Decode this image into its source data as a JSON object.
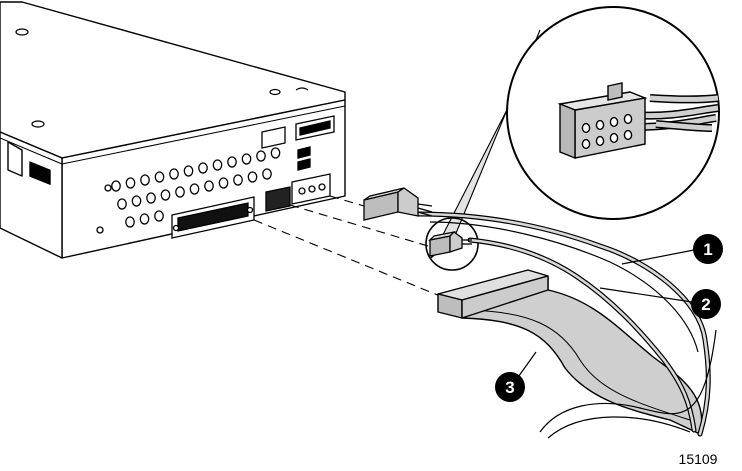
{
  "figure": {
    "figure_id": "15109",
    "colors": {
      "line": "#000000",
      "drive_face": "#ffffff",
      "connector_fill": "#bdbdbd",
      "cable_fill": "#cfcfcf",
      "magnify_fill": "#e3e3e3",
      "callout_fill": "#000000",
      "callout_text": "#ffffff"
    },
    "callouts": [
      {
        "number": "1",
        "target": "power-cable"
      },
      {
        "number": "2",
        "target": "small-connector-cable"
      },
      {
        "number": "3",
        "target": "ribbon-cable"
      }
    ]
  }
}
